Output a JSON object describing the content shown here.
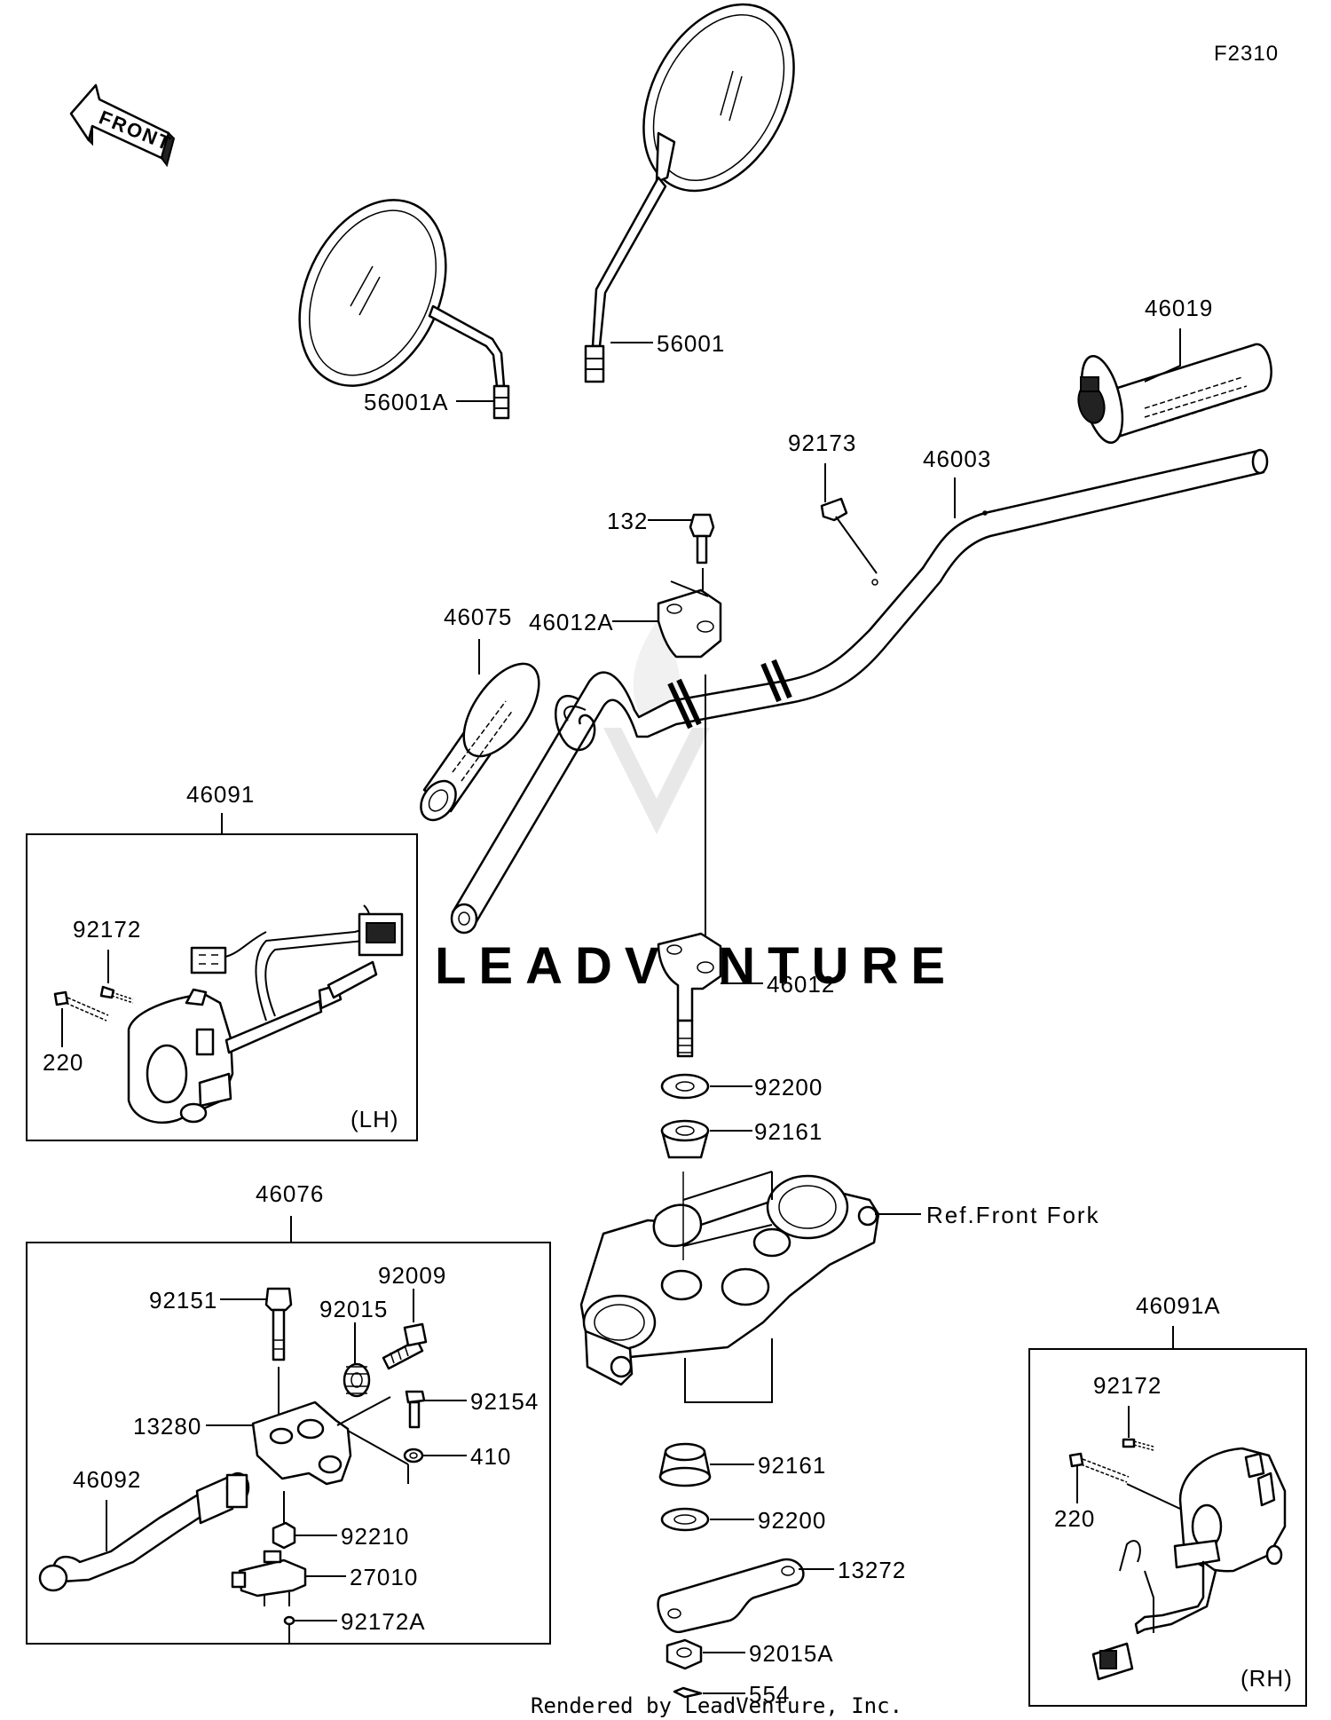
{
  "figure_code": "F2310",
  "front_arrow_label": "FRONT",
  "watermark_text": "LEADVENTURE",
  "footer_text": "Rendered by LeadVenture, Inc.",
  "reference_label": "Ref.Front Fork",
  "box_tags": {
    "lh": "(LH)",
    "rh": "(RH)"
  },
  "parts": {
    "p56001A": "56001A",
    "p56001": "56001",
    "p46019": "46019",
    "p92173": "92173",
    "p46003": "46003",
    "p132": "132",
    "p46012A": "46012A",
    "p46075": "46075",
    "p46091": "46091",
    "p92172_lh": "92172",
    "p220_lh": "220",
    "p46012": "46012",
    "p92200_top": "92200",
    "p92161_top": "92161",
    "p46076": "46076",
    "p92151": "92151",
    "p92009": "92009",
    "p92015": "92015",
    "p92154": "92154",
    "p13280": "13280",
    "p410": "410",
    "p46092": "46092",
    "p92210": "92210",
    "p27010": "27010",
    "p92172A": "92172A",
    "p92161_bottom": "92161",
    "p92200_bottom": "92200",
    "p13272": "13272",
    "p92015A": "92015A",
    "p554": "554",
    "p46091A": "46091A",
    "p92172_rh": "92172",
    "p220_rh": "220"
  }
}
